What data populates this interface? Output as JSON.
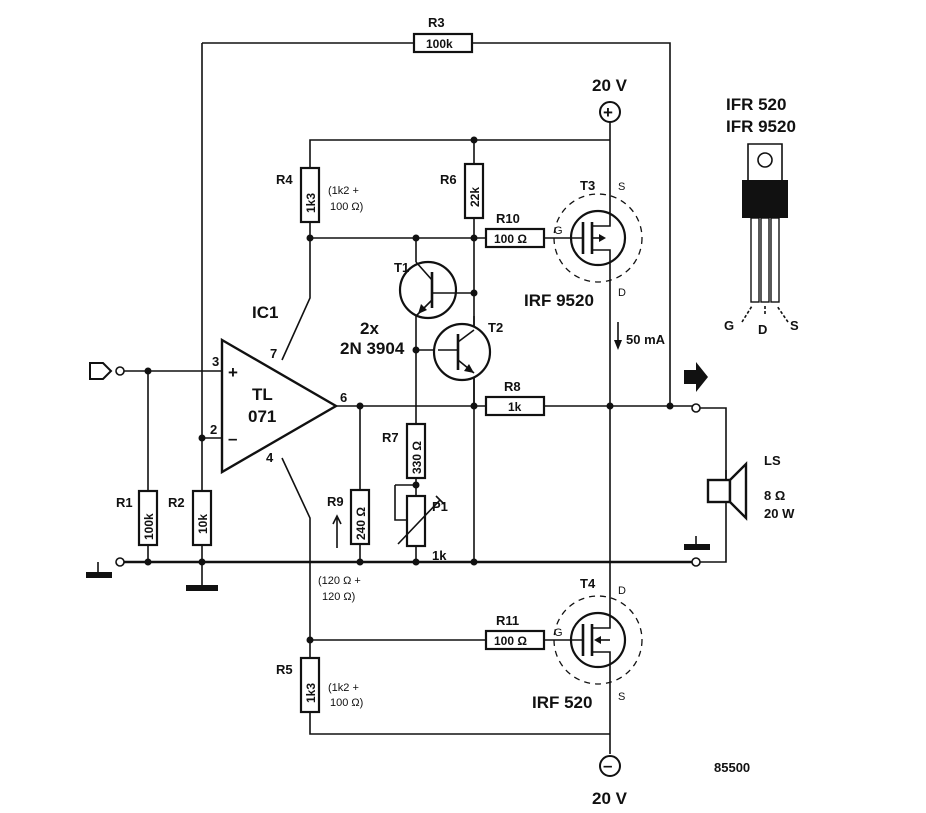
{
  "labels": {
    "r1_name": "R1",
    "r1_value": "100k",
    "r2_name": "R2",
    "r2_value": "10k",
    "r3_name": "R3",
    "r3_value": "100k",
    "r4_name": "R4",
    "r4_value": "1k3",
    "r4_note_1": "(1k2 +",
    "r4_note_2": "100 Ω)",
    "r5_name": "R5",
    "r5_value": "1k3",
    "r5_note_1": "(1k2 +",
    "r5_note_2": "100 Ω)",
    "r6_name": "R6",
    "r6_value": "22k",
    "r7_name": "R7",
    "r7_value": "330 Ω",
    "r8_name": "R8",
    "r8_value": "1k",
    "r9_name": "R9",
    "r9_value": "240 Ω",
    "r9_note_1": "(120 Ω +",
    "r9_note_2": "120 Ω)",
    "r10_name": "R10",
    "r10_value": "100 Ω",
    "r11_name": "R11",
    "r11_value": "100 Ω",
    "p1_name": "P1",
    "p1_value": "1k",
    "ic_name": "IC1",
    "ic_type_1": "TL",
    "ic_type_2": "071",
    "pin3": "3",
    "pin2": "2",
    "pin7": "7",
    "pin6": "6",
    "pin4": "4",
    "plus": "+",
    "minus": "–",
    "t1": "T1",
    "t2": "T2",
    "transistor_count": "2x",
    "transistor_type": "2N 3904",
    "t3": "T3",
    "t3_type": "IRF 9520",
    "t4": "T4",
    "t4_type": "IRF 520",
    "g": "G",
    "s": "S",
    "d": "D",
    "supply_pos": "20 V",
    "supply_neg": "20 V",
    "current": "50 mA",
    "ls_name": "LS",
    "ls_ohm": "8 Ω",
    "ls_watt": "20 W",
    "pkg_line1": "IFR 520",
    "pkg_line2": "IFR 9520",
    "pkg_g": "G",
    "pkg_d": "D",
    "pkg_s": "S",
    "figure_number": "85500"
  }
}
